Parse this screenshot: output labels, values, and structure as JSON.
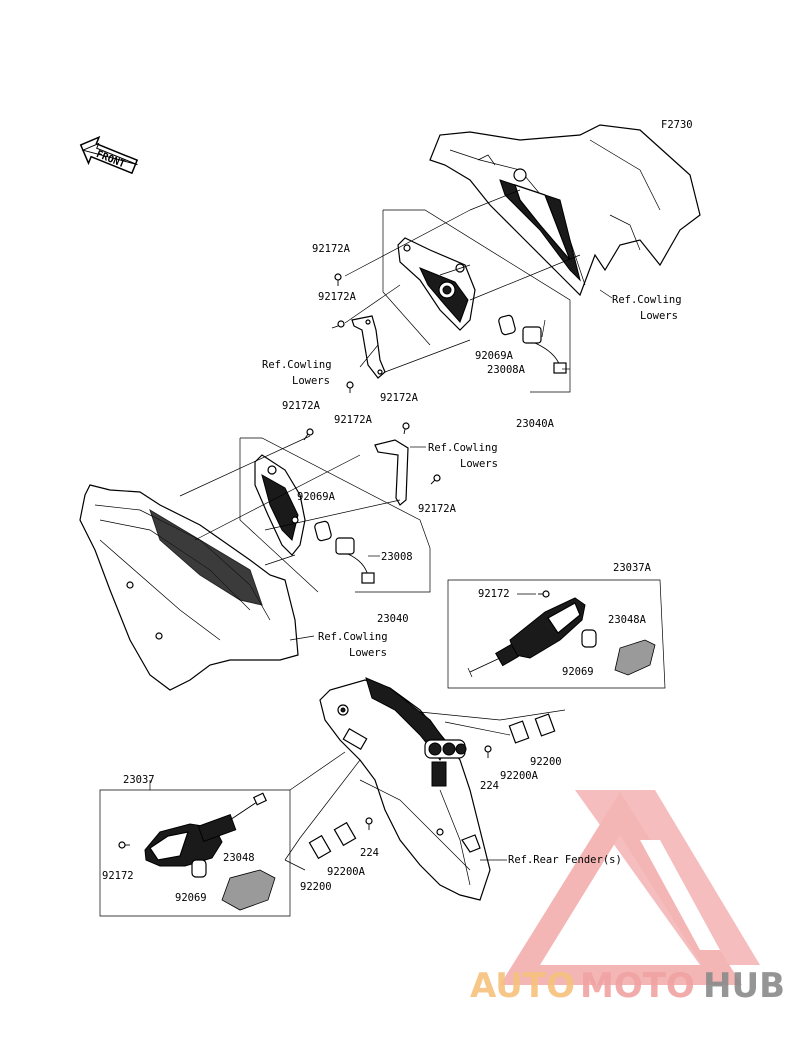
{
  "figure_code": "F2730",
  "front_indicator": "FRONT",
  "labels": {
    "p92172A_1": "92172A",
    "p92172A_2": "92172A",
    "ref_cowling_1_l1": "Ref.Cowling",
    "ref_cowling_1_l2": "Lowers",
    "ref_cowling_2_l1": "Ref.Cowling",
    "ref_cowling_2_l2": "Lowers",
    "p92069A_1": "92069A",
    "p23008A": "23008A",
    "p92172A_3": "92172A",
    "p92172A_4": "92172A",
    "p23040A": "23040A",
    "p92172A_5": "92172A",
    "ref_cowling_3_l1": "Ref.Cowling",
    "ref_cowling_3_l2": "Lowers",
    "p92069A_2": "92069A",
    "p92172A_6": "92172A",
    "p23008": "23008",
    "p23040": "23040",
    "ref_cowling_4_l1": "Ref.Cowling",
    "ref_cowling_4_l2": "Lowers",
    "p23037A": "23037A",
    "p92172_1": "92172",
    "p23048A": "23048A",
    "p92069_1": "92069",
    "p92200_1": "92200",
    "p224_1": "224",
    "p92200A_1": "92200A",
    "p23037": "23037",
    "p224_2": "224",
    "p92200A_2": "92200A",
    "p92200_2": "92200",
    "ref_rear_fender": "Ref.Rear Fender(s)",
    "p92172_2": "92172",
    "p23048": "23048",
    "p92069_2": "92069"
  },
  "watermark": {
    "part1": "AUTO",
    "part2": "MOTO",
    "part3": "HUB",
    "color_auto": "#f7c27d",
    "color_moto": "#f0a3a3",
    "color_hub": "#8a8a8a"
  }
}
